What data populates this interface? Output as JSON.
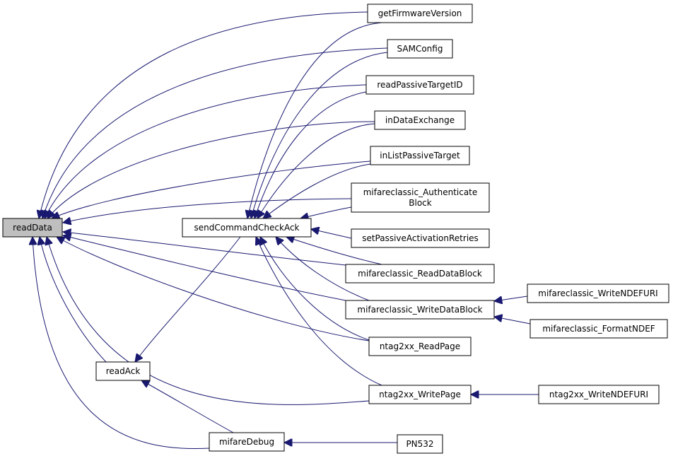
{
  "graph": {
    "nodes": [
      {
        "id": "readData",
        "lines": [
          "readData"
        ],
        "current": true
      },
      {
        "id": "sendCommandCheckAck",
        "lines": [
          "sendCommandCheckAck"
        ]
      },
      {
        "id": "readAck",
        "lines": [
          "readAck"
        ]
      },
      {
        "id": "mifareDebug",
        "lines": [
          "mifareDebug"
        ]
      },
      {
        "id": "getFirmwareVersion",
        "lines": [
          "getFirmwareVersion"
        ]
      },
      {
        "id": "SAMConfig",
        "lines": [
          "SAMConfig"
        ]
      },
      {
        "id": "readPassiveTargetID",
        "lines": [
          "readPassiveTargetID"
        ]
      },
      {
        "id": "inDataExchange",
        "lines": [
          "inDataExchange"
        ]
      },
      {
        "id": "inListPassiveTarget",
        "lines": [
          "inListPassiveTarget"
        ]
      },
      {
        "id": "mifareclassic_AuthenticateBlock",
        "lines": [
          "mifareclassic_Authenticate",
          "Block"
        ]
      },
      {
        "id": "setPassiveActivationRetries",
        "lines": [
          "setPassiveActivationRetries"
        ]
      },
      {
        "id": "mifareclassic_ReadDataBlock",
        "lines": [
          "mifareclassic_ReadDataBlock"
        ]
      },
      {
        "id": "mifareclassic_WriteDataBlock",
        "lines": [
          "mifareclassic_WriteDataBlock"
        ]
      },
      {
        "id": "ntag2xx_ReadPage",
        "lines": [
          "ntag2xx_ReadPage"
        ]
      },
      {
        "id": "ntag2xx_WritePage",
        "lines": [
          "ntag2xx_WritePage"
        ]
      },
      {
        "id": "PN532",
        "lines": [
          "PN532"
        ]
      },
      {
        "id": "mifareclassic_WriteNDEFURI",
        "lines": [
          "mifareclassic_WriteNDEFURI"
        ]
      },
      {
        "id": "mifareclassic_FormatNDEF",
        "lines": [
          "mifareclassic_FormatNDEF"
        ]
      },
      {
        "id": "ntag2xx_WriteNDEFURI",
        "lines": [
          "ntag2xx_WriteNDEFURI"
        ]
      }
    ],
    "edges": [
      {
        "from": "getFirmwareVersion",
        "to": "readData"
      },
      {
        "from": "SAMConfig",
        "to": "readData"
      },
      {
        "from": "readPassiveTargetID",
        "to": "readData"
      },
      {
        "from": "inDataExchange",
        "to": "readData"
      },
      {
        "from": "inListPassiveTarget",
        "to": "readData"
      },
      {
        "from": "mifareclassic_AuthenticateBlock",
        "to": "readData"
      },
      {
        "from": "mifareclassic_ReadDataBlock",
        "to": "readData"
      },
      {
        "from": "mifareclassic_WriteDataBlock",
        "to": "readData"
      },
      {
        "from": "ntag2xx_ReadPage",
        "to": "readData"
      },
      {
        "from": "ntag2xx_WritePage",
        "to": "readData"
      },
      {
        "from": "readAck",
        "to": "readData"
      },
      {
        "from": "mifareDebug",
        "to": "readData"
      },
      {
        "from": "getFirmwareVersion",
        "to": "sendCommandCheckAck"
      },
      {
        "from": "SAMConfig",
        "to": "sendCommandCheckAck"
      },
      {
        "from": "readPassiveTargetID",
        "to": "sendCommandCheckAck"
      },
      {
        "from": "inDataExchange",
        "to": "sendCommandCheckAck"
      },
      {
        "from": "inListPassiveTarget",
        "to": "sendCommandCheckAck"
      },
      {
        "from": "mifareclassic_AuthenticateBlock",
        "to": "sendCommandCheckAck"
      },
      {
        "from": "setPassiveActivationRetries",
        "to": "sendCommandCheckAck"
      },
      {
        "from": "mifareclassic_ReadDataBlock",
        "to": "sendCommandCheckAck"
      },
      {
        "from": "mifareclassic_WriteDataBlock",
        "to": "sendCommandCheckAck"
      },
      {
        "from": "ntag2xx_ReadPage",
        "to": "sendCommandCheckAck"
      },
      {
        "from": "ntag2xx_WritePage",
        "to": "sendCommandCheckAck"
      },
      {
        "from": "sendCommandCheckAck",
        "to": "readAck"
      },
      {
        "from": "mifareDebug",
        "to": "readAck"
      },
      {
        "from": "PN532",
        "to": "mifareDebug"
      },
      {
        "from": "mifareclassic_WriteNDEFURI",
        "to": "mifareclassic_WriteDataBlock"
      },
      {
        "from": "mifareclassic_FormatNDEF",
        "to": "mifareclassic_WriteDataBlock"
      },
      {
        "from": "ntag2xx_WriteNDEFURI",
        "to": "ntag2xx_WritePage"
      }
    ],
    "colors": {
      "edge": "#191970",
      "current_fill": "#bfbfbf",
      "node_fill": "#ffffff",
      "node_stroke": "#000000"
    }
  }
}
